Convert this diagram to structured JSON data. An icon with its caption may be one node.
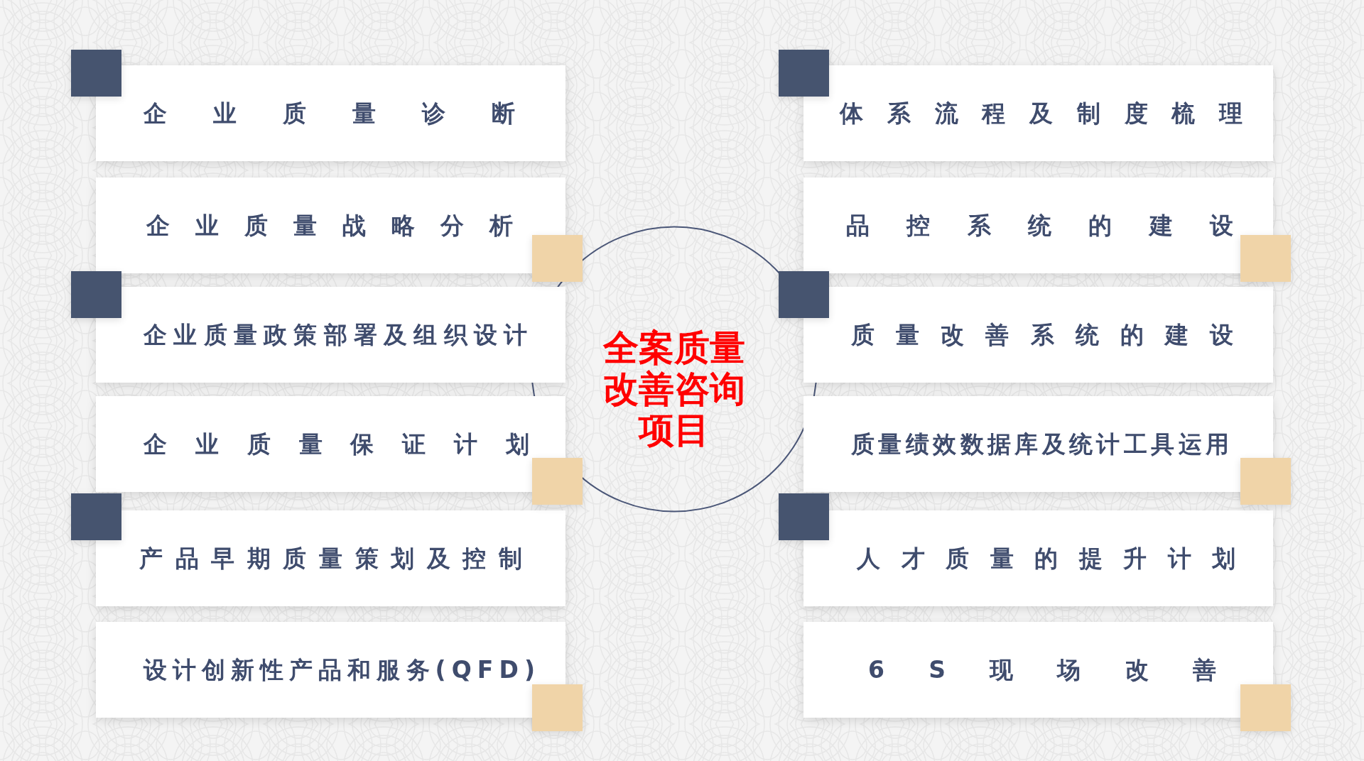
{
  "diagram": {
    "nodes": [
      {
        "text": [
          "企业质量诊断"
        ]
      },
      {
        "text": [
          "企业质量战略分析"
        ]
      },
      {
        "text": [
          "企业质量政策部署及组织设计"
        ]
      },
      {
        "text": [
          "企业质量保证计划"
        ]
      },
      {
        "text": [
          "产品早期质量策划及控制"
        ]
      },
      {
        "text": [
          "设计创新性产品和服务(QFD)"
        ]
      },
      {
        "text": [
          "全案质量改善咨询项目"
        ]
      },
      {
        "text": [
          "体系流程及制度梳理"
        ]
      },
      {
        "text": [
          "品控系统的建设"
        ]
      },
      {
        "text": [
          "质量改善系统的建设"
        ]
      },
      {
        "text": [
          "质量绩效数据库及统计工具运用"
        ]
      },
      {
        "text": [
          "人才质量的提升计划"
        ]
      },
      {
        "text": [
          "6S现场改善"
        ]
      }
    ]
  }
}
